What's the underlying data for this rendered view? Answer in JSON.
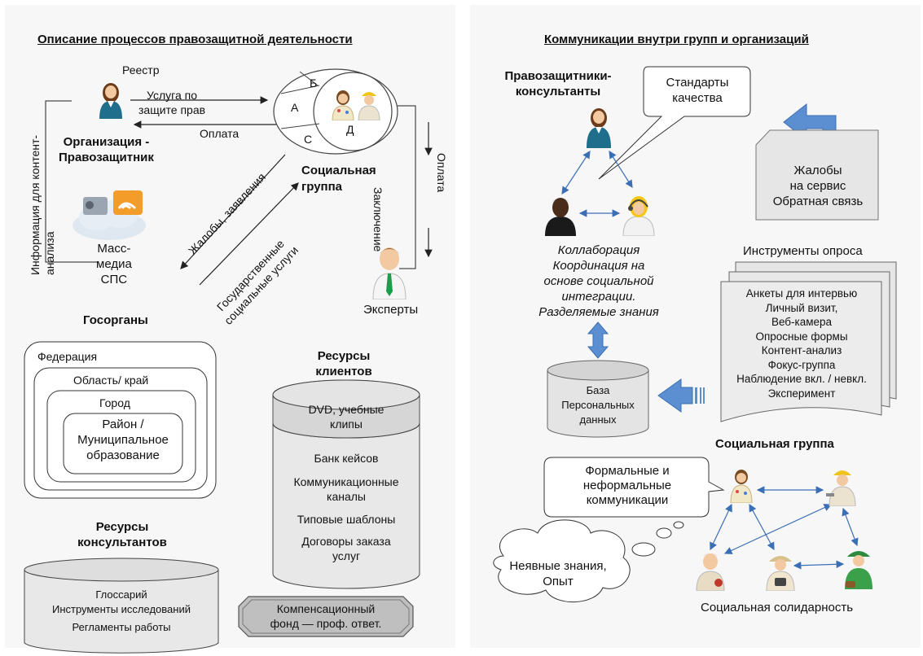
{
  "left": {
    "title": "Описание процессов правозащитной деятельности",
    "registry": "Реестр",
    "service": "Услуга по\nзащите прав",
    "payment": "Оплата",
    "org": "Организация -\nПравозащитник",
    "segA": "А",
    "segB": "Б",
    "segC": "С",
    "segD": "Д",
    "social_group": "Социальная\nгруппа",
    "conclusion": "Заключение",
    "payment_vertical": "Оплата",
    "info_content": "Информация для контент-\nанализа",
    "complaints": "Жалобы, заявления",
    "state_services": "Государственные\nсоциальные услуги",
    "mass_media": "Масс-\nмедиа\nСПС",
    "experts": "Эксперты",
    "gov": "Госорганы",
    "federation": "Федерация",
    "region": "Область/ край",
    "city": "Город",
    "district": "Район /\nМуниципальное\nобразование",
    "client_resources_title": "Ресурсы\nклиентов",
    "client_top": "DVD, учебные\nклипы",
    "client_items": [
      "Банк кейсов",
      "Коммуникационные\nканалы",
      "Типовые шаблоны",
      "Договоры заказа\nуслуг"
    ],
    "consultant_resources_title": "Ресурсы\nконсультантов",
    "consultant_items": [
      "Глоссарий",
      "Инструменты исследований",
      "Регламенты работы"
    ],
    "fund": "Компенсационный\nфонд — проф. ответ."
  },
  "right": {
    "title": "Коммуникации внутри групп и организаций",
    "consultants": "Правозащитники-\nконсультанты",
    "standards": "Стандарты\nкачества",
    "complaints_service": "Жалобы\nна сервис\nОбратная связь",
    "collab": "Коллаборация\nКоординация на\nосновe социальной\nинтеграции.\nРазделяемые знания",
    "survey_title": "Инструменты опроса",
    "survey_items": "Анкеты для интервью\nЛичный визит,\nВеб-камера\nОпросные формы\nКонтент-анализ\nФокус-группа\nНаблюдение вкл. / невкл.\nЭксперимент",
    "db": "База\nПерсональных\nданных",
    "social_group": "Социальная группа",
    "formal": "Формальные и\nнеформальные\nкоммуникации",
    "tacit": "Неявные знания,\nОпыт",
    "solidarity": "Социальная солидарность"
  },
  "colors": {
    "teal": "#1f6e8c",
    "arrow_blue": "#5b8fd1",
    "cyl_top": "#d9d9d9",
    "cyl_body": "#e8e8e8",
    "fund_fill": "#bfbfbf"
  },
  "icons": [
    "person-woman-teal-icon",
    "person-man-dark-icon",
    "person-operator-yellow-icon",
    "person-man-tie-icon",
    "person-builder-icon",
    "person-artist-icon",
    "person-photographer-icon",
    "person-gardener-icon",
    "mass-media-cloud-icon"
  ]
}
